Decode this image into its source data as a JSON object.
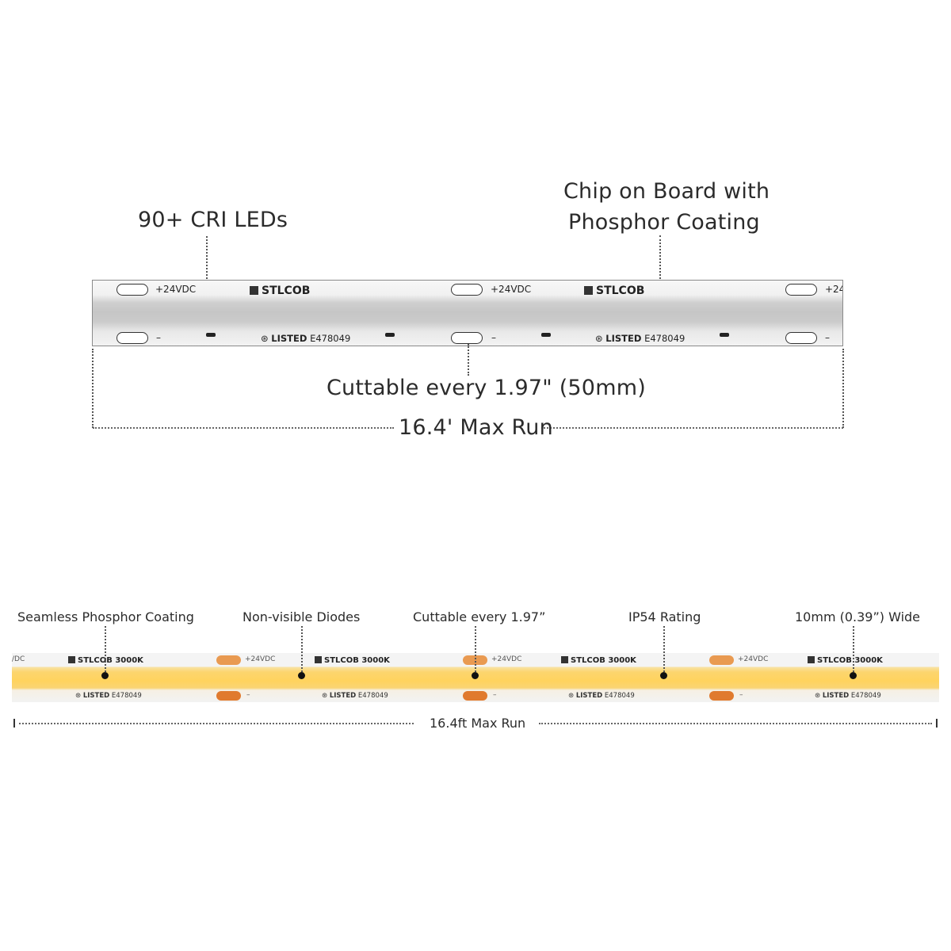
{
  "top_diagram": {
    "callout_leds": "90+ CRI LEDs",
    "callout_chip_line1": "Chip on Board with",
    "callout_chip_line2": "Phosphor Coating",
    "callout_cut": "Cuttable every 1.97\" (50mm)",
    "callout_run": "16.4' Max Run",
    "strip": {
      "voltage": "+24VDC",
      "voltage_partial": "+24V",
      "brand": "STLCOB",
      "minus": "–",
      "listed_word": "LISTED",
      "listed_number": "E478049"
    }
  },
  "bottom_diagram": {
    "callouts": [
      "Seamless Phosphor Coating",
      "Non-visible Diodes",
      "Cuttable every 1.97”",
      "IP54 Rating",
      "10mm (0.39”) Wide"
    ],
    "run_label": "16.4ft Max Run",
    "strip": {
      "voltage_partial": "/DC",
      "voltage": "+24VDC",
      "brand": "STLCOB 3000K",
      "minus": "–",
      "listed_word": "LISTED",
      "listed_number": "E478049"
    }
  },
  "colors": {
    "strip1_silicone": "#c6c6c6",
    "strip2_glow": "#ffd35e",
    "pad_copper": "#e07a2e"
  }
}
